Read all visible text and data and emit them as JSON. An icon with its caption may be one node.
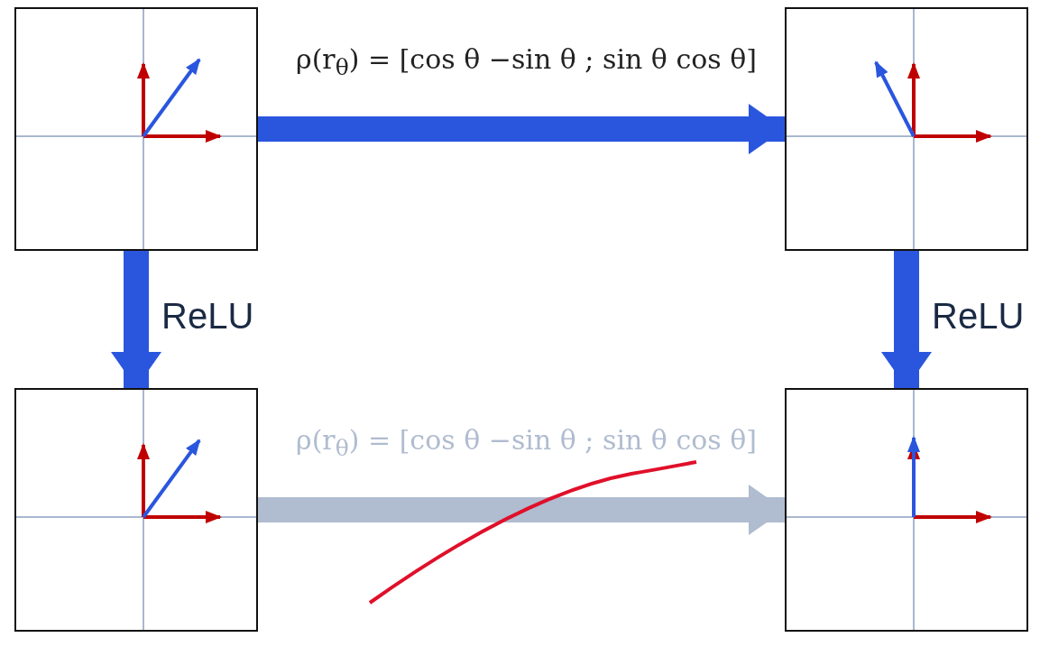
{
  "diagram": {
    "nodes": [
      {
        "text": [],
        "shape": "picture"
      },
      {
        "text": [],
        "shape": "picture"
      },
      {
        "text": [],
        "shape": "picture"
      },
      {
        "text": [],
        "shape": "picture"
      }
    ],
    "edges": [
      {
        "from": 0,
        "to": 1,
        "arrow": "to",
        "label": "ρ(r$_{θ}$) = [cos θ  −sin θ ; sin θ  cos θ]"
      },
      {
        "from": 0,
        "to": 2,
        "arrow": "to",
        "label": "ReLU"
      },
      {
        "from": 1,
        "to": 3,
        "arrow": "to",
        "label": "ReLU"
      },
      {
        "from": 2,
        "to": 3,
        "arrow": "to",
        "label": "ρ(r$_{θ}$) = [cos θ  −sin θ ; sin θ  cos θ]",
        "color": "#b0bccf"
      }
    ]
  }
}
